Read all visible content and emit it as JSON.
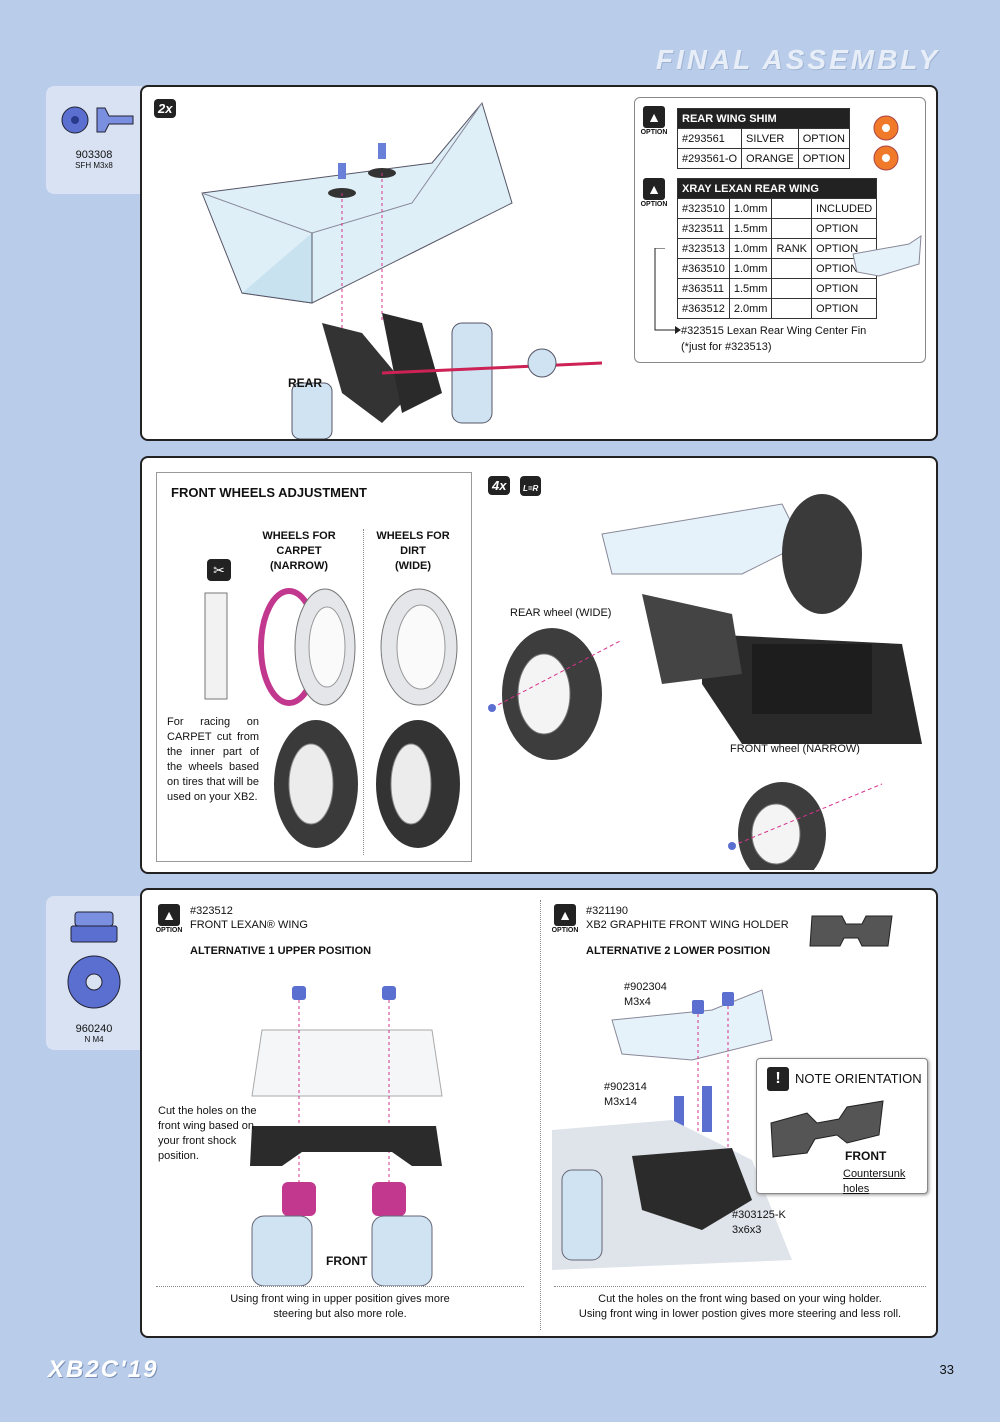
{
  "header": {
    "title": "FINAL ASSEMBLY"
  },
  "parts": [
    {
      "number": "903308",
      "desc": "SFH M3x8",
      "icon": "flat-head-screw-icon"
    },
    {
      "number": "960240",
      "desc": "N M4",
      "icon": "nut-washer-icon"
    }
  ],
  "step1": {
    "quantity": "2x",
    "rear_label": "REAR",
    "option_label": "OPTION",
    "shim_table": {
      "title": "REAR WING SHIM",
      "rows": [
        [
          "#293561",
          "SILVER",
          "OPTION"
        ],
        [
          "#293561-O",
          "ORANGE",
          "OPTION"
        ]
      ]
    },
    "wing_table": {
      "title": "XRAY LEXAN REAR WING",
      "rows": [
        [
          "#323510",
          "1.0mm",
          "",
          "INCLUDED"
        ],
        [
          "#323511",
          "1.5mm",
          "",
          "OPTION"
        ],
        [
          "#323513",
          "1.0mm",
          "RANK",
          "OPTION"
        ],
        [
          "#363510",
          "1.0mm",
          "",
          "OPTION"
        ],
        [
          "#363511",
          "1.5mm",
          "",
          "OPTION"
        ],
        [
          "#363512",
          "2.0mm",
          "",
          "OPTION"
        ]
      ],
      "note_line1": "#323515 Lexan Rear Wing Center Fin",
      "note_line2": "(*just for #323513)"
    }
  },
  "step2": {
    "quantity": "4x",
    "lr_label": "L=R",
    "box_title": "FRONT WHEELS ADJUSTMENT",
    "carpet_label": "WHEELS FOR CARPET",
    "carpet_sub": "(NARROW)",
    "dirt_label": "WHEELS FOR DIRT",
    "dirt_sub": "(WIDE)",
    "carpet_note": "For racing on CARPET cut from the inner part of the wheels based on tires that will be used on your XB2.",
    "rear_wheel_label": "REAR wheel (WIDE)",
    "front_wheel_label": "FRONT wheel (NARROW)"
  },
  "step3": {
    "left": {
      "option_label": "OPTION",
      "part_no": "#323512",
      "part_name": "FRONT LEXAN® WING",
      "heading": "ALTERNATIVE 1 UPPER POSITION",
      "note": "Cut the holes on the front wing based on your front shock position.",
      "front_label": "FRONT",
      "caption_line1": "Using front wing in upper position gives more",
      "caption_line2": "steering but also more role."
    },
    "right": {
      "option_label": "OPTION",
      "part_no": "#321190",
      "part_name": "XB2 GRAPHITE FRONT WING HOLDER",
      "heading": "ALTERNATIVE 2 LOWER POSITION",
      "screw1_no": "#902304",
      "screw1_size": "M3x4",
      "screw2_no": "#902314",
      "screw2_size": "M3x14",
      "spacer_no": "#303125-K",
      "spacer_size": "3x6x3",
      "note_title": "NOTE ORIENTATION",
      "front_label": "FRONT",
      "countersunk_label": "Countersunk holes",
      "caption_line1": "Cut the holes on the front wing based on your wing holder.",
      "caption_line2": "Using front wing in lower postion gives more steering and less roll."
    }
  },
  "footer": {
    "logo": "XB2C'19",
    "page": "33"
  },
  "colors": {
    "background": "#b9cdea",
    "accent": "#d6338c",
    "panel_border": "#222222"
  }
}
